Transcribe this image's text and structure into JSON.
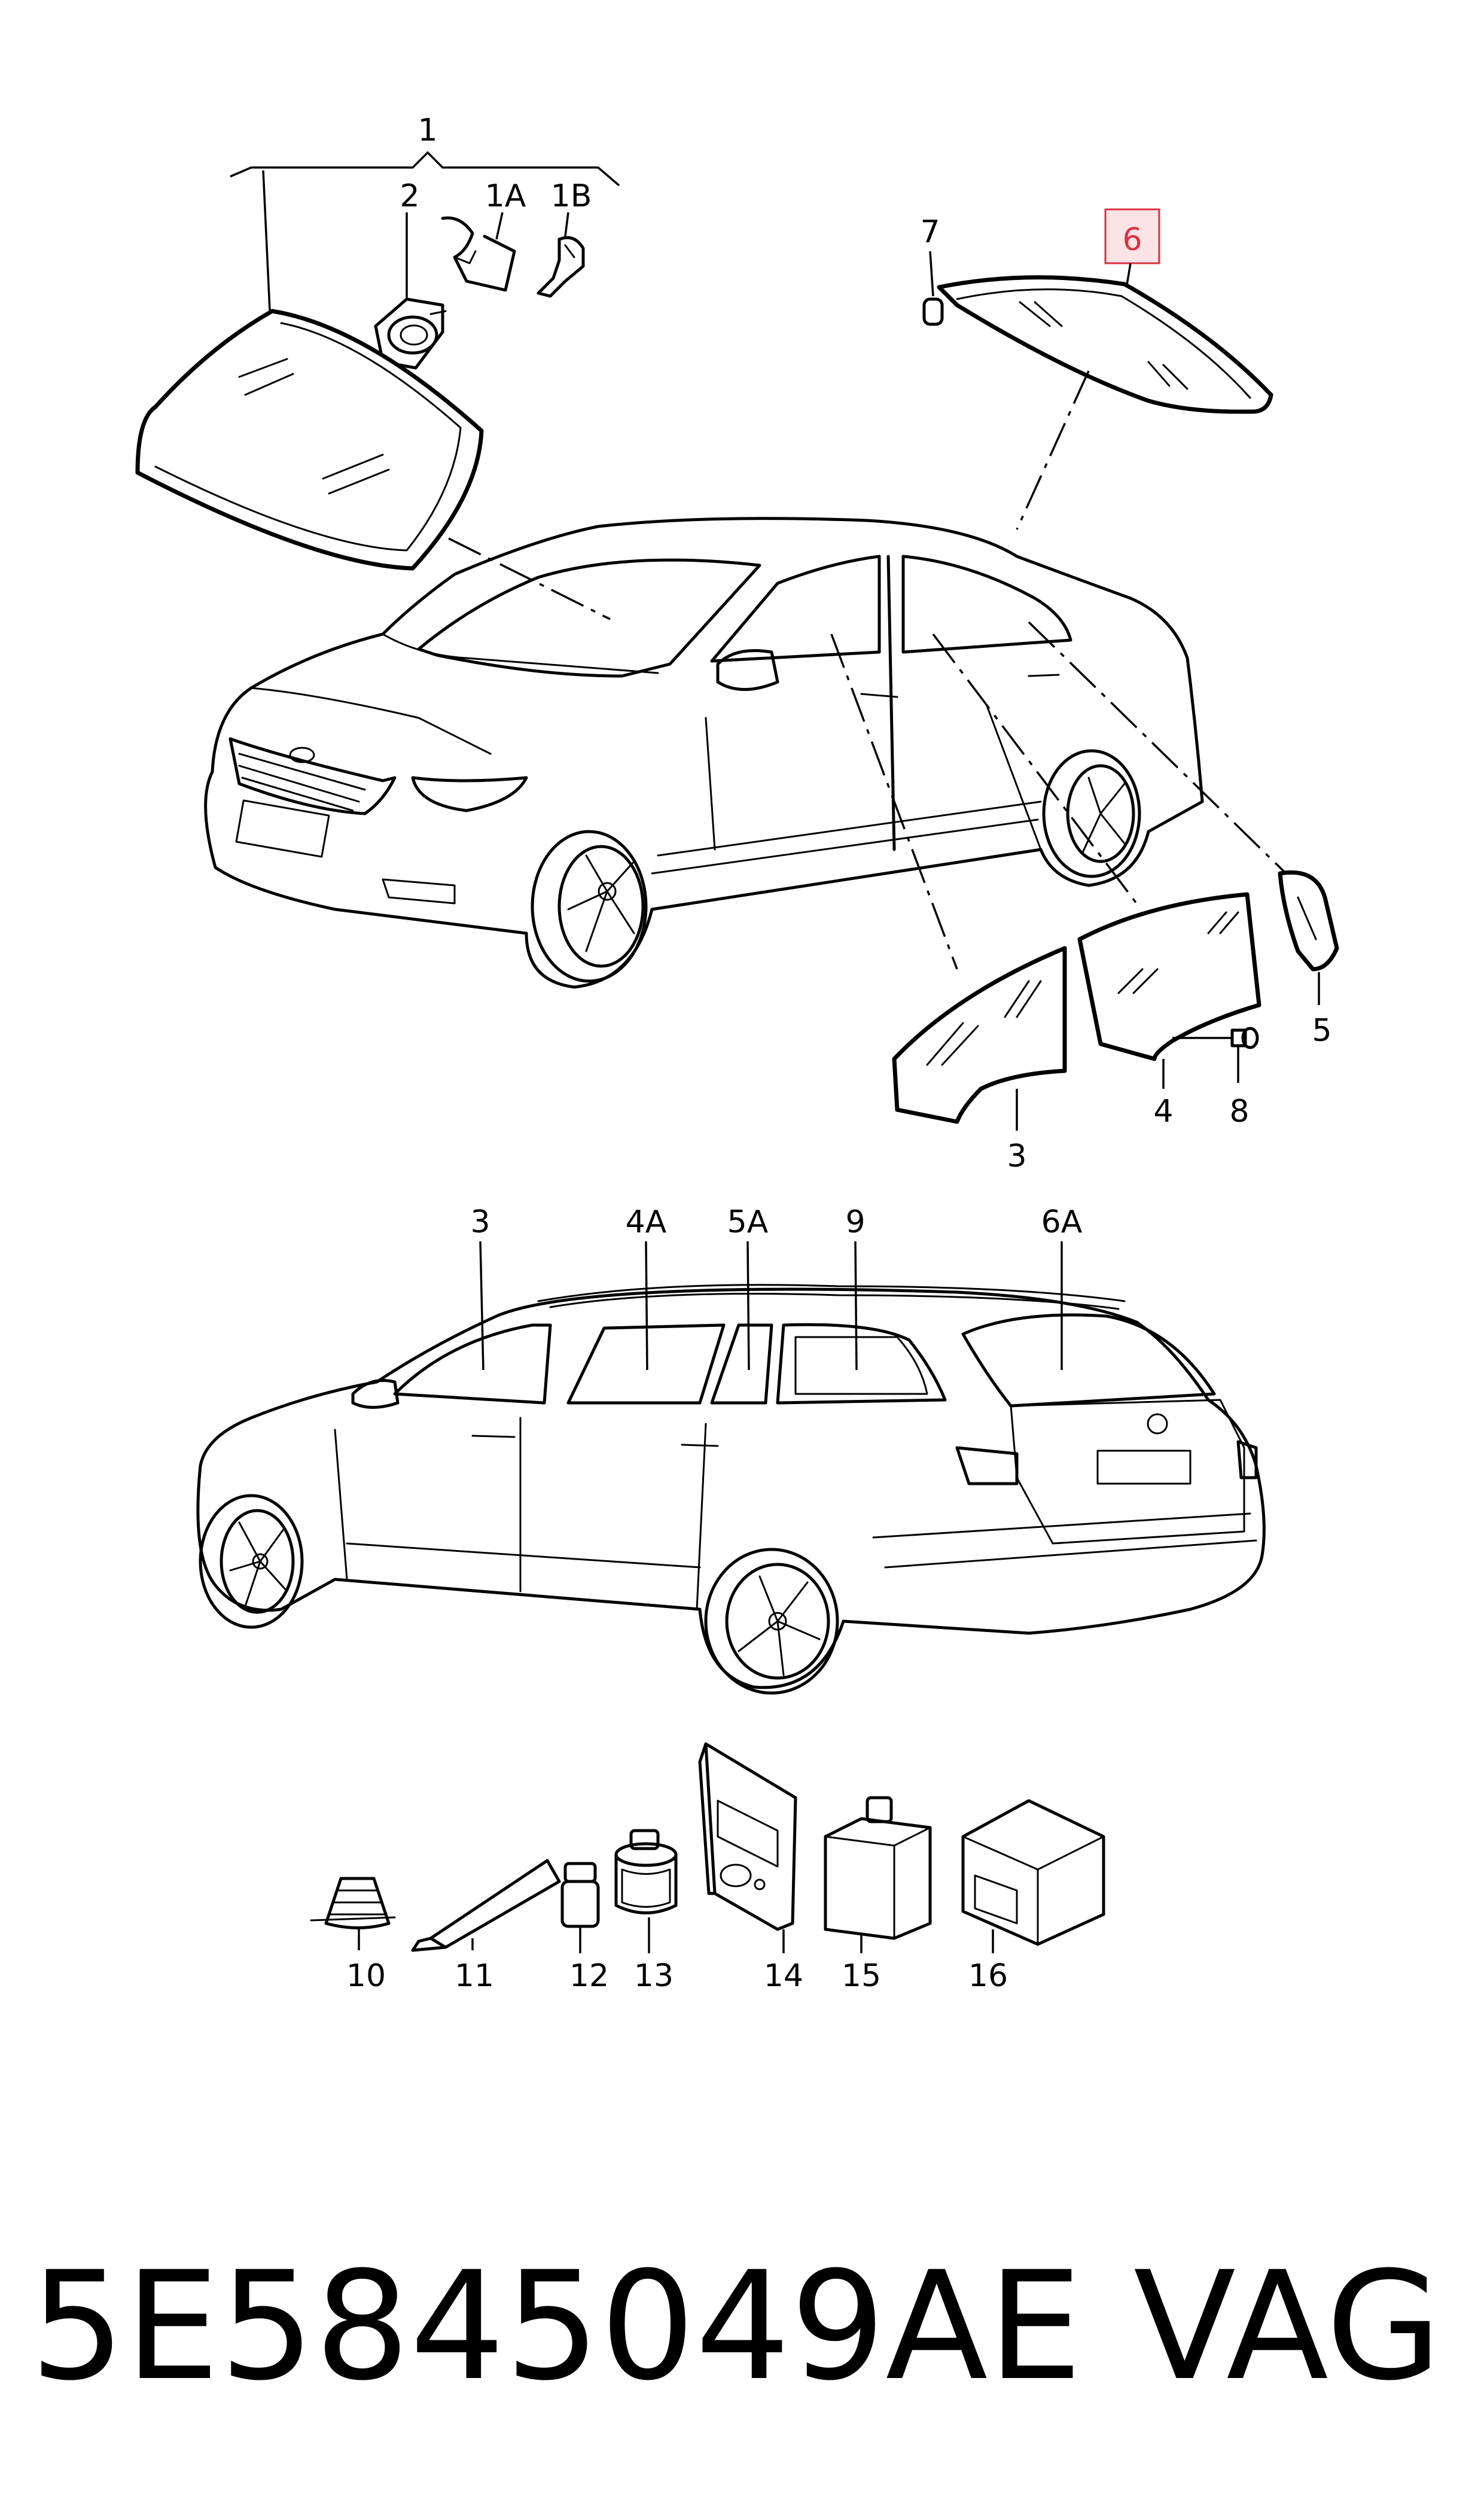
{
  "callouts": {
    "c1": "1",
    "c2": "2",
    "c1A": "1A",
    "c1B": "1B",
    "c7": "7",
    "c6": "6",
    "c5": "5",
    "c4": "4",
    "c8": "8",
    "c3": "3",
    "w3": "3",
    "w4A": "4A",
    "w5A": "5A",
    "w9": "9",
    "w6A": "6A",
    "c10": "10",
    "c11": "11",
    "c12": "12",
    "c13": "13",
    "c14": "14",
    "c15": "15",
    "c16": "16"
  },
  "highlight": {
    "color": "#d9323f",
    "fill": "#fbe3e6"
  },
  "part_number": "5E5845049AE",
  "brand": "VAG"
}
